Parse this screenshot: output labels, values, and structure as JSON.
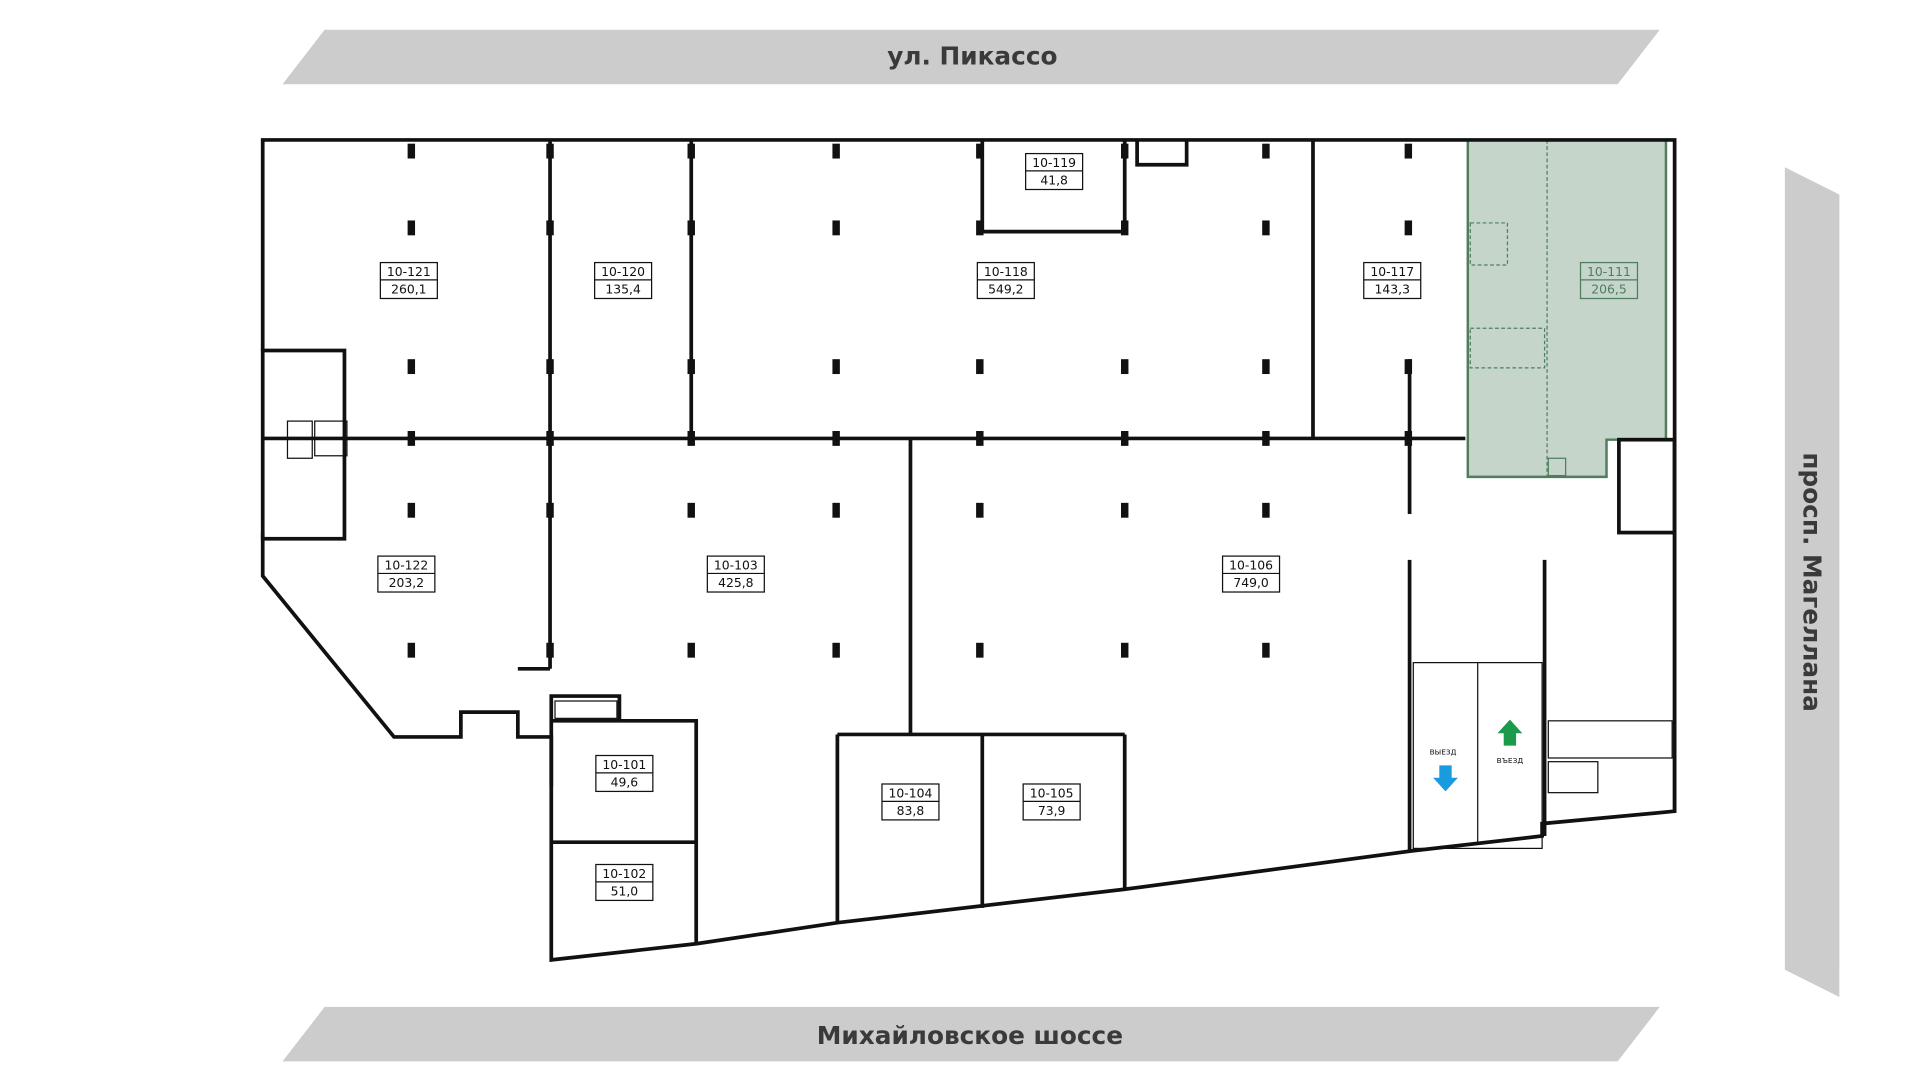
{
  "streets": {
    "top": "ул. Пикассо",
    "bottom": "Михайловское шоссе",
    "right": "просп. Магеллана"
  },
  "rooms": [
    {
      "id": "10-121",
      "area": "260,1"
    },
    {
      "id": "10-120",
      "area": "135,4"
    },
    {
      "id": "10-119",
      "area": "41,8"
    },
    {
      "id": "10-118",
      "area": "549,2"
    },
    {
      "id": "10-117",
      "area": "143,3"
    },
    {
      "id": "10-111",
      "area": "206,5",
      "selected": true
    },
    {
      "id": "10-122",
      "area": "203,2"
    },
    {
      "id": "10-103",
      "area": "425,8"
    },
    {
      "id": "10-106",
      "area": "749,0"
    },
    {
      "id": "10-101",
      "area": "49,6"
    },
    {
      "id": "10-102",
      "area": "51,0"
    },
    {
      "id": "10-104",
      "area": "83,8"
    },
    {
      "id": "10-105",
      "area": "73,9"
    }
  ],
  "ramp": {
    "exit_label": "ВЫЕЗД",
    "entry_label": "ВЪЕЗД",
    "exit_color": "#1a9be0",
    "entry_color": "#1a9a4a"
  },
  "colors": {
    "selected_fill": "#c5d5c9",
    "selected_stroke": "#4f7d5e",
    "street": "#cccccc"
  }
}
